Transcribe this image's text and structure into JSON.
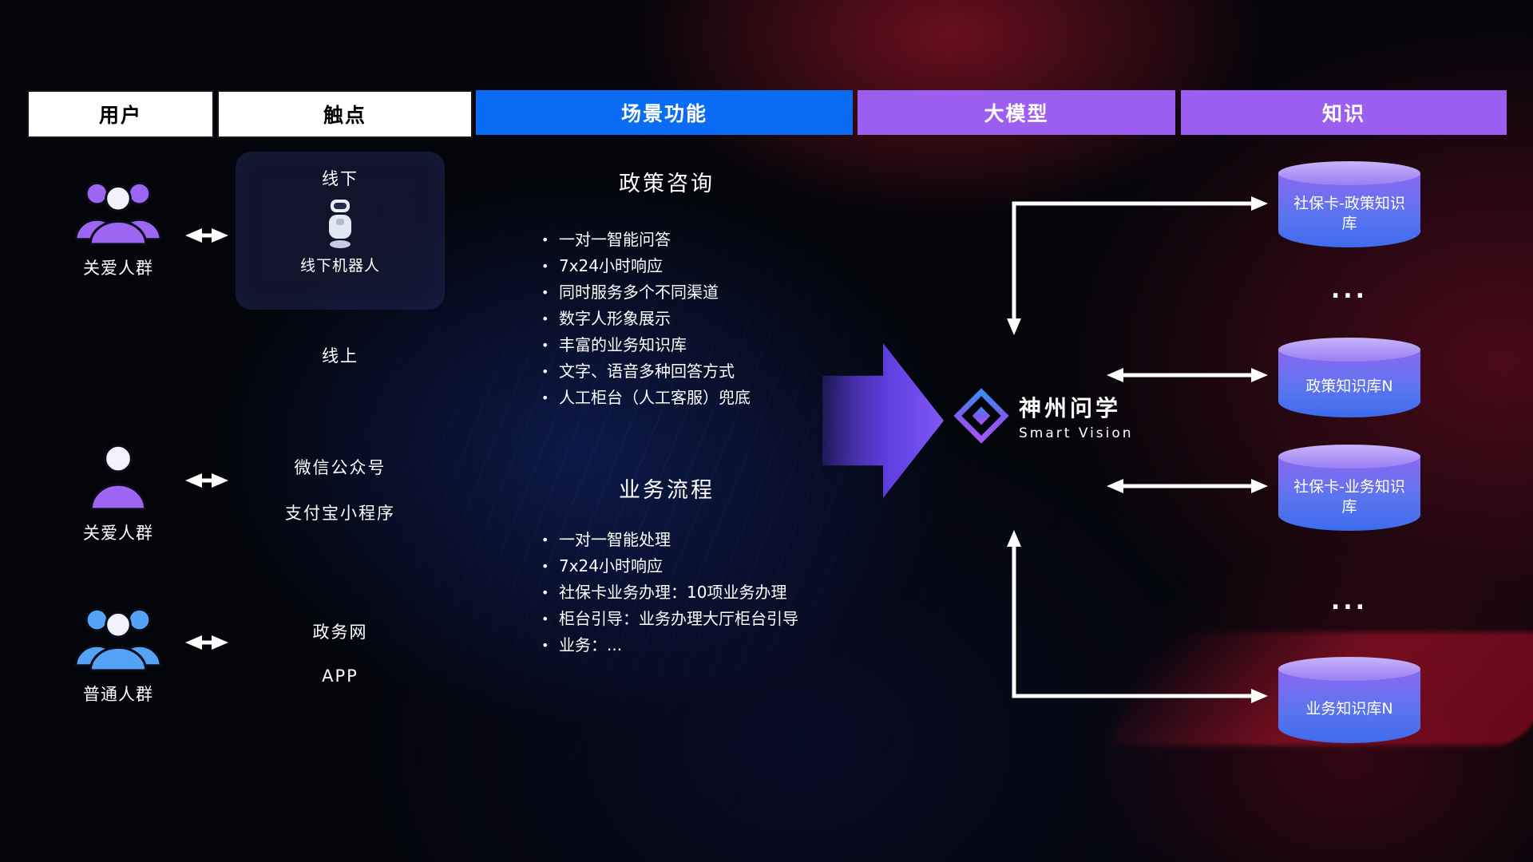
{
  "header": {
    "columns": [
      {
        "label": "用户",
        "style": "white"
      },
      {
        "label": "触点",
        "style": "white"
      },
      {
        "label": "场景功能",
        "style": "blue"
      },
      {
        "label": "大模型",
        "style": "purple"
      },
      {
        "label": "知识",
        "style": "purple"
      }
    ]
  },
  "users": [
    {
      "label": "关爱人群",
      "icon": "people-group",
      "color": "purple"
    },
    {
      "label": "关爱人群",
      "icon": "person",
      "color": "purple"
    },
    {
      "label": "普通人群",
      "icon": "people-group",
      "color": "blue"
    }
  ],
  "touchpoints": {
    "offline": {
      "title": "线下",
      "robot_label": "线下机器人"
    },
    "online_label": "线上",
    "online_channels": [
      "微信公众号",
      "支付宝小程序"
    ],
    "web_channels": [
      "政务网",
      "APP"
    ]
  },
  "scenarios": [
    {
      "title": "政策咨询",
      "items": [
        "一对一智能问答",
        "7x24小时响应",
        "同时服务多个不同渠道",
        "数字人形象展示",
        "丰富的业务知识库",
        "文字、语音多种回答方式",
        "人工柜台（人工客服）兜底"
      ]
    },
    {
      "title": "业务流程",
      "items": [
        "一对一智能处理",
        "7x24小时响应",
        "社保卡业务办理：10项业务办理",
        "柜台引导：业务办理大厅柜台引导",
        "业务：..."
      ]
    }
  ],
  "model": {
    "name": "神州问学",
    "subtitle": "Smart Vision"
  },
  "knowledge": {
    "items": [
      {
        "type": "db",
        "label": "社保卡-政策知识库"
      },
      {
        "type": "ellipsis",
        "label": "..."
      },
      {
        "type": "db",
        "label": "政策知识库N"
      },
      {
        "type": "db",
        "label": "社保卡-业务知识库"
      },
      {
        "type": "ellipsis",
        "label": "..."
      },
      {
        "type": "db",
        "label": "业务知识库N"
      }
    ]
  },
  "colors": {
    "scene_header_blue": "#0a6cf5",
    "model_header_purple": "#9c5ef0",
    "db_top": "#c7b4f9",
    "db_body_top": "#8a68f1",
    "db_body_bottom": "#3d6ced",
    "big_arrow_purple": "#8257f7",
    "connector_white": "#ffffff",
    "user_icon_purple": "#9d66f2",
    "user_icon_blue": "#54a3f6"
  }
}
